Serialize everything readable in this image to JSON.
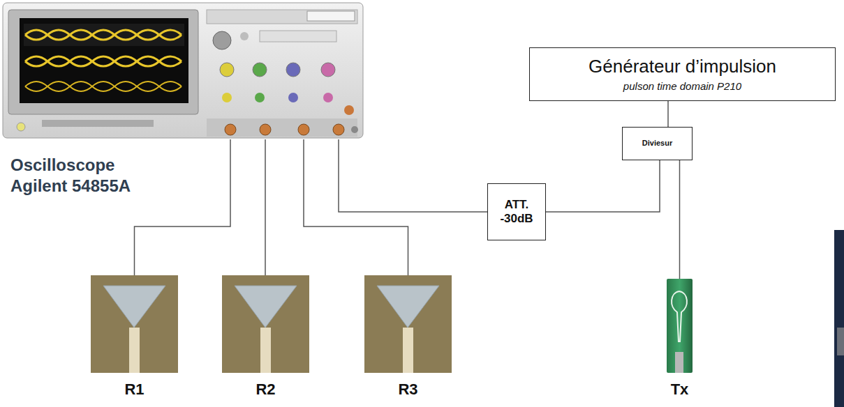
{
  "diagram": {
    "nodes": [
      {
        "text": [
          "Oscilloscope Agilent 54855A"
        ]
      },
      {
        "text": [
          "Générateur d’impulsion",
          "pulson time domain P210"
        ]
      },
      {
        "text": [
          "Diviesur"
        ]
      },
      {
        "text": [
          "ATT. -30dB"
        ]
      },
      {
        "text": [
          "R1"
        ]
      },
      {
        "text": [
          "R2"
        ]
      },
      {
        "text": [
          "R3"
        ]
      },
      {
        "text": [
          "Tx"
        ]
      }
    ],
    "edges": [
      {
        "from": 1,
        "to": 2,
        "arrow": "none"
      },
      {
        "from": 2,
        "to": 3,
        "arrow": "none"
      },
      {
        "from": 0,
        "to": 3,
        "arrow": "none"
      },
      {
        "from": 2,
        "to": 7,
        "arrow": "none"
      },
      {
        "from": 0,
        "to": 4,
        "arrow": "none"
      },
      {
        "from": 0,
        "to": 5,
        "arrow": "none"
      },
      {
        "from": 0,
        "to": 6,
        "arrow": "none"
      }
    ]
  }
}
